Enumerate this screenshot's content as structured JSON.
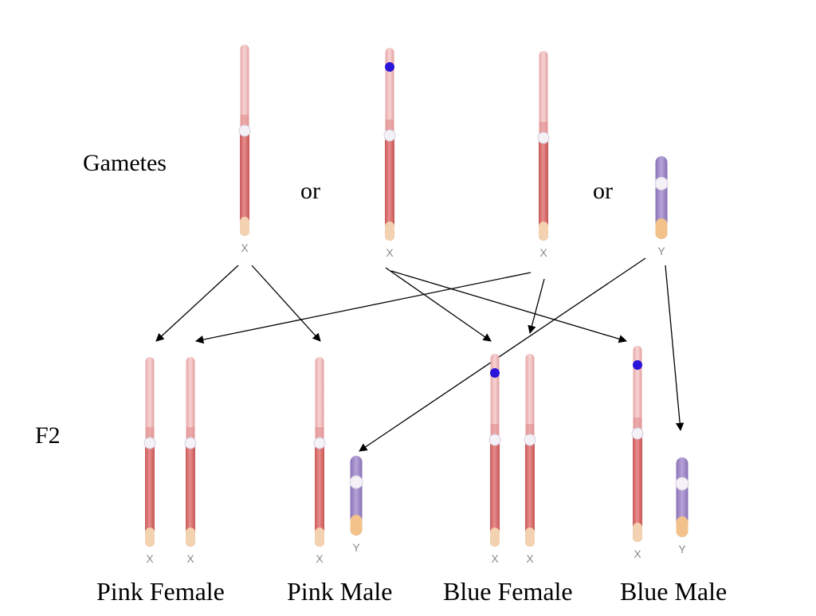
{
  "labels": {
    "gametes": "Gametes",
    "f2": "F2",
    "or_1": "or",
    "or_2": "or"
  },
  "gametes": [
    {
      "type": "X",
      "marker": false
    },
    {
      "type": "X",
      "marker": true
    },
    {
      "type": "X",
      "marker": false
    },
    {
      "type": "Y",
      "marker": false
    }
  ],
  "offspring": [
    {
      "phenotype": "Pink Female",
      "chromosomes": [
        {
          "type": "X",
          "marker": false
        },
        {
          "type": "X",
          "marker": false
        }
      ]
    },
    {
      "phenotype": "Pink Male",
      "chromosomes": [
        {
          "type": "X",
          "marker": false
        },
        {
          "type": "Y",
          "marker": false
        }
      ]
    },
    {
      "phenotype": "Blue Female",
      "chromosomes": [
        {
          "type": "X",
          "marker": true
        },
        {
          "type": "X",
          "marker": false
        }
      ]
    },
    {
      "phenotype": "Blue Male",
      "chromosomes": [
        {
          "type": "X",
          "marker": true
        },
        {
          "type": "Y",
          "marker": false
        }
      ]
    }
  ],
  "colors": {
    "x_chromosome": "#e07a7a",
    "x_tip": "#f2d2b0",
    "y_chromosome": "#9c86c4",
    "y_tip": "#f2c28a",
    "marker": "#2a14d8",
    "centromere": "#f4f1f7",
    "arrow": "#000000",
    "letter": "#8a8a8a"
  }
}
